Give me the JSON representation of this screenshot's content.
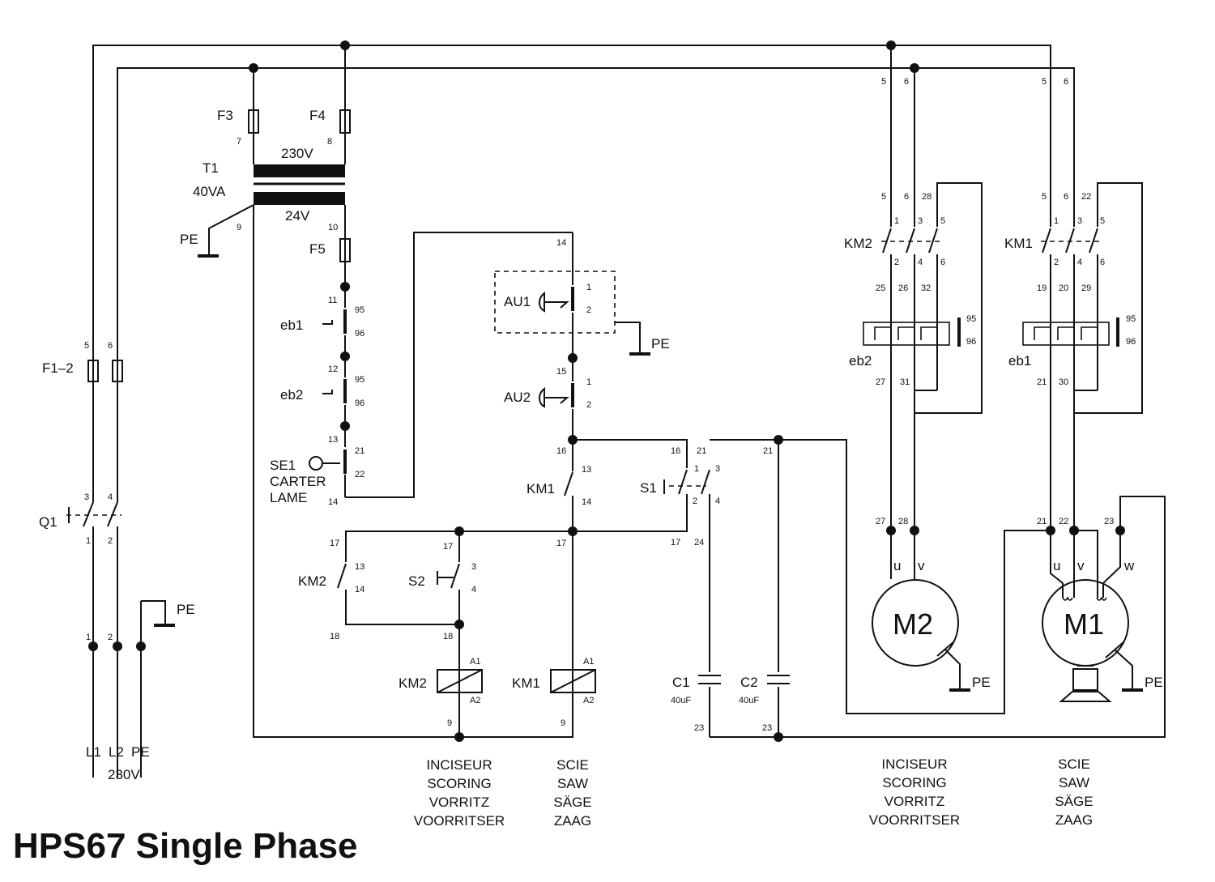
{
  "title": "HPS67 Single Phase",
  "colors": {
    "ink": "#111111",
    "paper": "#ffffff"
  },
  "labels": {
    "F3": "F3",
    "F4": "F4",
    "T1": "T1",
    "T1_rating": "40VA",
    "v230": "230V",
    "v24": "24V",
    "PE": "PE",
    "F5": "F5",
    "F1_2": "F1–2",
    "Q1": "Q1",
    "eb1": "eb1",
    "eb2": "eb2",
    "SE1": "SE1",
    "carter": "CARTER",
    "lame": "LAME",
    "AU1": "AU1",
    "AU2": "AU2",
    "KM1": "KM1",
    "KM2": "KM2",
    "S1": "S1",
    "S2": "S2",
    "C1": "C1",
    "C2": "C2",
    "cap": "40uF",
    "M1": "M1",
    "M2": "M2",
    "u": "u",
    "v": "v",
    "w": "w",
    "L1": "L1",
    "L2": "L2",
    "supply": "230V"
  },
  "captions": {
    "scoring": [
      "INCISEUR",
      "SCORING",
      "VORRITZ",
      "VOORRITSER"
    ],
    "saw": [
      "SCIE",
      "SAW",
      "SÄGE",
      "ZAAG"
    ]
  }
}
